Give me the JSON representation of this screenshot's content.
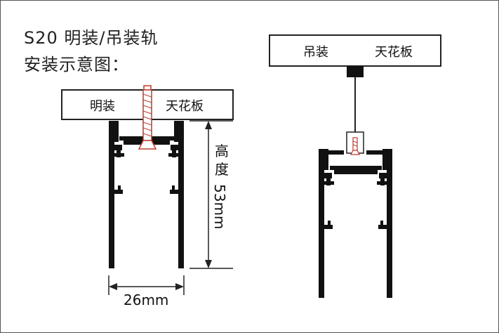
{
  "title": {
    "line1": "S20 明装/吊装轨",
    "line2": "安装示意图："
  },
  "left_diagram": {
    "label_left": "明装",
    "label_right": "天花板",
    "height_label_chars": [
      "高",
      "度"
    ],
    "height_value": "53mm",
    "width_value": "26mm"
  },
  "right_diagram": {
    "label_left": "吊装",
    "label_right": "天花板"
  },
  "colors": {
    "rail": "#111111",
    "screw": "#c0392b",
    "line": "#222222"
  }
}
